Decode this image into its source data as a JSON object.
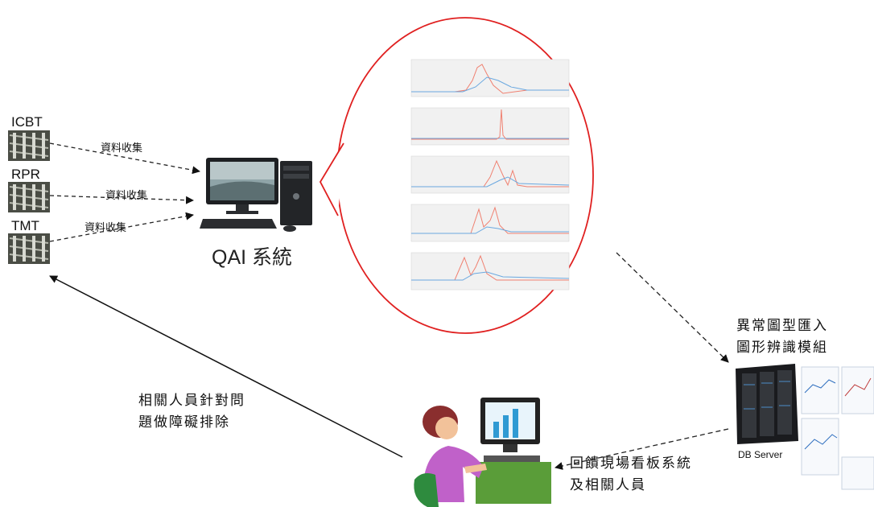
{
  "sources": [
    {
      "label": "ICBT",
      "flow_label": "資料收集"
    },
    {
      "label": "RPR",
      "flow_label": "資料收集"
    },
    {
      "label": "TMT",
      "flow_label": "資料收集"
    }
  ],
  "qai_system": {
    "label": "QAI 系統"
  },
  "bubble": {
    "outline_color": "#e02020"
  },
  "db_server": {
    "label": "DB Server",
    "caption_line1": "異常圖型匯入",
    "caption_line2": "圖形辨識模組"
  },
  "feedback": {
    "line1": "回饋現場看板系統",
    "line2": "及相關人員"
  },
  "action": {
    "line1": "相關人員針對問",
    "line2": "題做障礙排除"
  },
  "colors": {
    "bubble": "#e02020",
    "series_a": "#f08070",
    "series_b": "#6aa8e0"
  }
}
